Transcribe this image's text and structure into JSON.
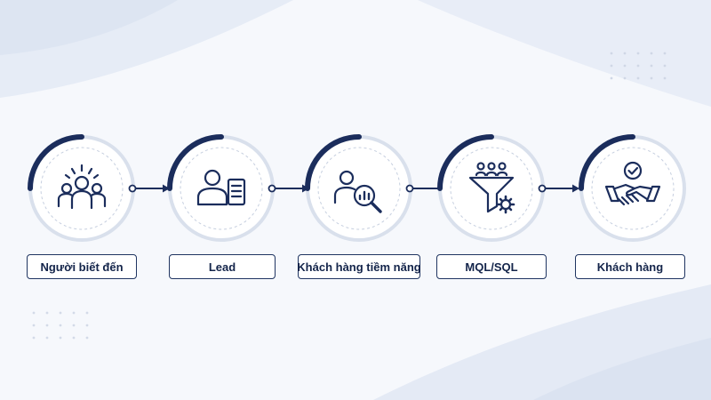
{
  "colors": {
    "navy": "#1b2d5c",
    "light_ring": "#d9e0ec",
    "background": "#f6f8fc",
    "wave": "#e4eaf5"
  },
  "steps": [
    {
      "label": "Người biết đến",
      "icon": "audience-group-icon"
    },
    {
      "label": "Lead",
      "icon": "contact-card-icon"
    },
    {
      "label": "Khách hàng tiềm năng",
      "icon": "person-search-analytics-icon"
    },
    {
      "label": "MQL/SQL",
      "icon": "funnel-gear-icon"
    },
    {
      "label": "Khách hàng",
      "icon": "handshake-check-icon"
    }
  ]
}
